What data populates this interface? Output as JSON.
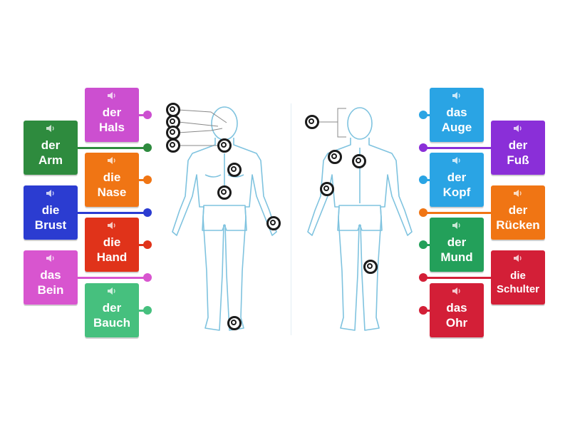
{
  "colors": {
    "green": "#2e8b3e",
    "magenta": "#cc4fd0",
    "orange": "#f07514",
    "blue": "#2b3cd1",
    "red": "#e0331a",
    "pink": "#d855cf",
    "mint": "#46c07e",
    "sky": "#2aa4e4",
    "purple": "#8a2fd8",
    "teal": "#23a05a",
    "crimson": "#d31f37",
    "outline": "#7fc3df"
  },
  "left_tiles": [
    {
      "id": "hals",
      "line1": "der",
      "line2": "Hals",
      "color": "#cc4fd0"
    },
    {
      "id": "arm",
      "line1": "der",
      "line2": "Arm",
      "color": "#2e8b3e"
    },
    {
      "id": "nase",
      "line1": "die",
      "line2": "Nase",
      "color": "#f07514"
    },
    {
      "id": "brust",
      "line1": "die",
      "line2": "Brust",
      "color": "#2b3cd1"
    },
    {
      "id": "hand",
      "line1": "die",
      "line2": "Hand",
      "color": "#e0331a"
    },
    {
      "id": "bein",
      "line1": "das",
      "line2": "Bein",
      "color": "#d855cf"
    },
    {
      "id": "bauch",
      "line1": "der",
      "line2": "Bauch",
      "color": "#46c07e"
    }
  ],
  "right_tiles": [
    {
      "id": "auge",
      "line1": "das",
      "line2": "Auge",
      "color": "#2aa4e4"
    },
    {
      "id": "fuss",
      "line1": "der",
      "line2": "Fuß",
      "color": "#8a2fd8"
    },
    {
      "id": "kopf",
      "line1": "der",
      "line2": "Kopf",
      "color": "#2aa4e4"
    },
    {
      "id": "ruecken",
      "line1": "der",
      "line2": "Rücken",
      "color": "#f07514"
    },
    {
      "id": "mund",
      "line1": "der",
      "line2": "Mund",
      "color": "#23a05a"
    },
    {
      "id": "schulter",
      "line1": "die",
      "line2": "Schulter",
      "color": "#d31f37"
    },
    {
      "id": "ohr",
      "line1": "das",
      "line2": "Ohr",
      "color": "#d31f37"
    }
  ],
  "speaker_icon": "speaker-icon"
}
